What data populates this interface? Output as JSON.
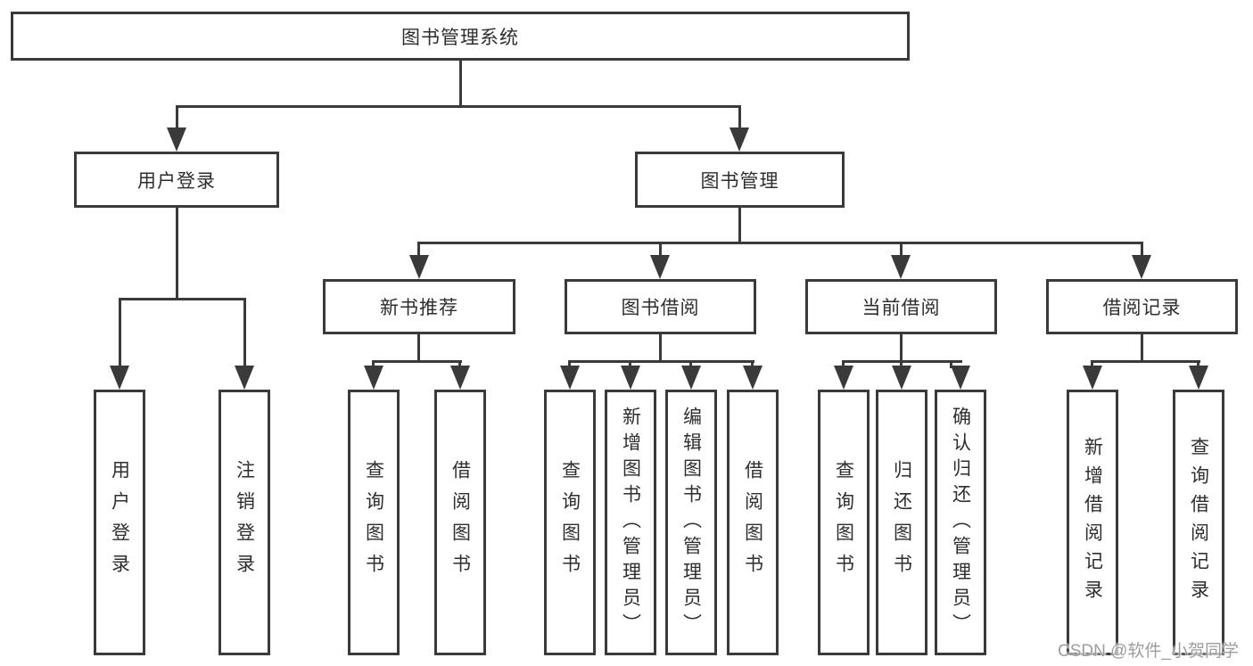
{
  "watermark": "CSDN @软件_小贺同学",
  "colors": {
    "background": "#ffffff",
    "line": "#3a3a3a",
    "box_border": "#3a3a3a",
    "text": "#2e2e2e",
    "watermark_text": "#9d9d9d"
  },
  "tree": {
    "root": {
      "label": "图书管理系统"
    },
    "branches": [
      {
        "label": "用户登录",
        "children": [
          {
            "label": "用户登录"
          },
          {
            "label": "注销登录"
          }
        ]
      },
      {
        "label": "图书管理",
        "children": [
          {
            "label": "新书推荐",
            "children": [
              {
                "label": "查询图书"
              },
              {
                "label": "借阅图书"
              }
            ]
          },
          {
            "label": "图书借阅",
            "children": [
              {
                "label": "查询图书"
              },
              {
                "label": "新增图书（管理员）"
              },
              {
                "label": "编辑图书（管理员）"
              },
              {
                "label": "借阅图书"
              }
            ]
          },
          {
            "label": "当前借阅",
            "children": [
              {
                "label": "查询图书"
              },
              {
                "label": "归还图书"
              },
              {
                "label": "确认归还（管理员）"
              }
            ]
          },
          {
            "label": "借阅记录",
            "children": [
              {
                "label": "新增借阅记录"
              },
              {
                "label": "查询借阅记录"
              }
            ]
          }
        ]
      }
    ]
  }
}
